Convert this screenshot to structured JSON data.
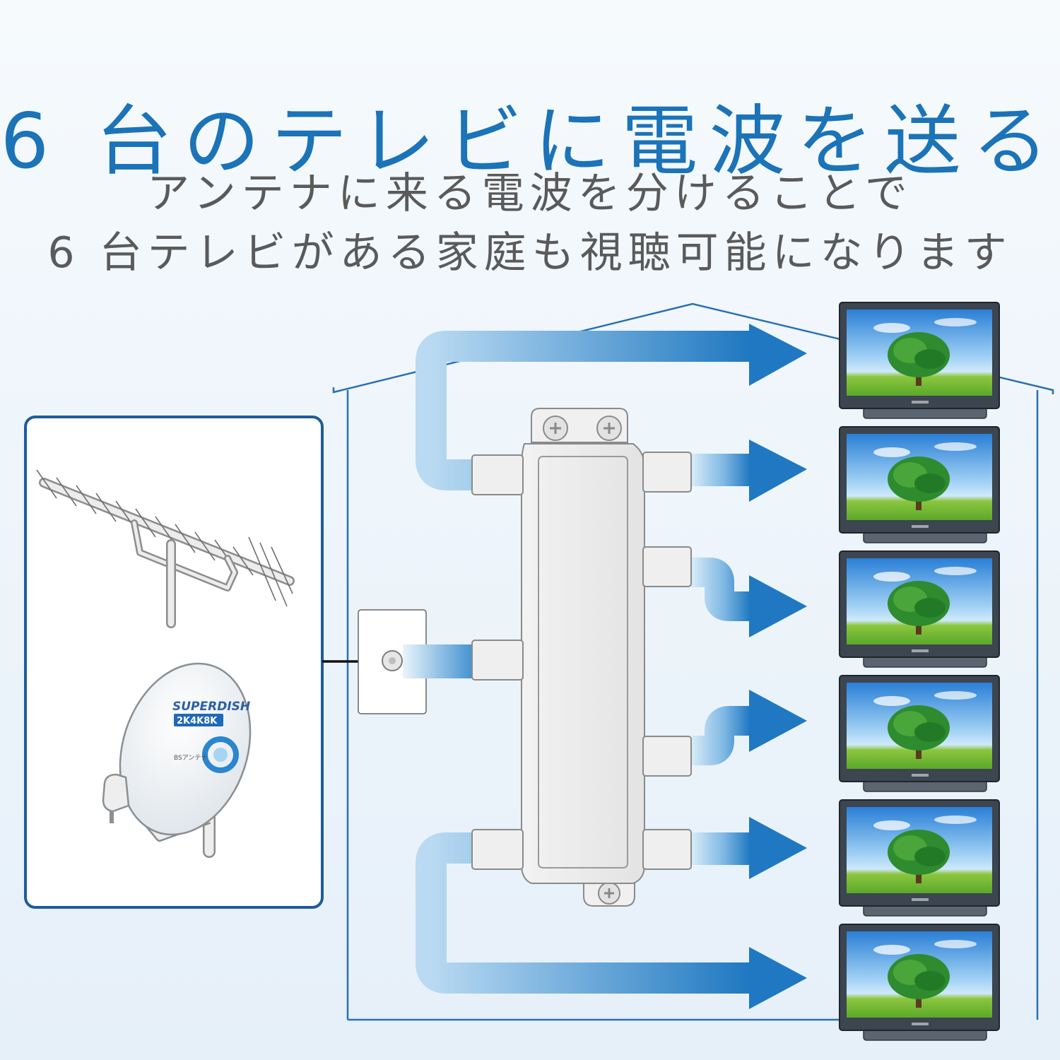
{
  "title": "6 台のテレビに電波を送る",
  "subtitle": {
    "line1": "アンテナに来る電波を分けることで",
    "line2": "6 台テレビがある家庭も視聴可能になります"
  },
  "dish": {
    "brand": "SUPERDISH",
    "badge": "2K4K8K",
    "label": "BSアンテナ"
  },
  "tv_count": 6,
  "colors": {
    "title": "#1b73b8",
    "arrow": "#1f78c1",
    "panel_border": "#1f5c99",
    "house_line": "#2a6fb0"
  }
}
